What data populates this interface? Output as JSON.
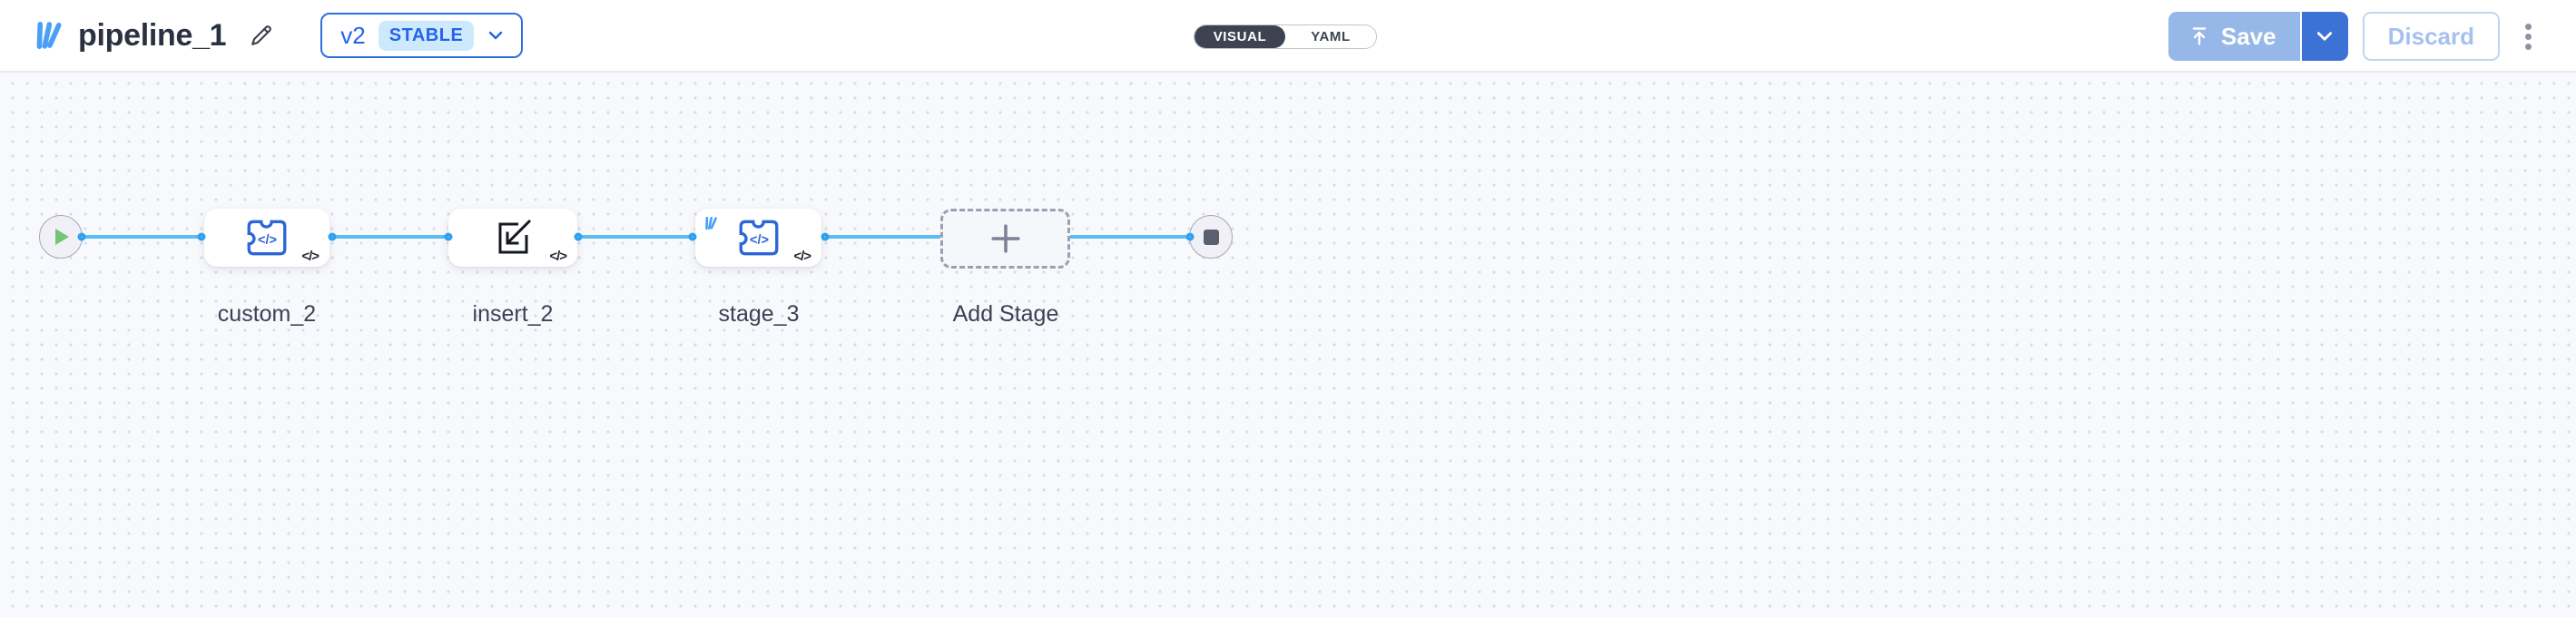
{
  "header": {
    "title": "pipeline_1",
    "version": {
      "label": "v2",
      "status": "STABLE"
    },
    "view_toggle": {
      "options": [
        "VISUAL",
        "YAML"
      ],
      "active": "VISUAL"
    },
    "actions": {
      "save_label": "Save",
      "discard_label": "Discard"
    }
  },
  "canvas": {
    "stages": [
      {
        "label": "custom_2",
        "icon": "puzzle-code-icon",
        "corner_badge": "</>"
      },
      {
        "label": "insert_2",
        "icon": "import-icon",
        "corner_badge": "</>"
      },
      {
        "label": "stage_3",
        "icon": "puzzle-code-icon",
        "tag_icon": "library-logo",
        "corner_badge": "</>"
      }
    ],
    "add_stage_label": "Add Stage"
  },
  "colors": {
    "accent_blue": "#2563eb",
    "save_disabled_blue": "#96b8e8",
    "save_caret_blue": "#3b72d4",
    "connection_line": "#5cbdf2",
    "port_ring": "#2da0ee",
    "toggle_dark": "#3d4352",
    "stable_badge_bg": "#cdeafc",
    "play_green": "#74c476",
    "stop_gray": "#5b6070",
    "canvas_dot": "#d8dbe7"
  }
}
